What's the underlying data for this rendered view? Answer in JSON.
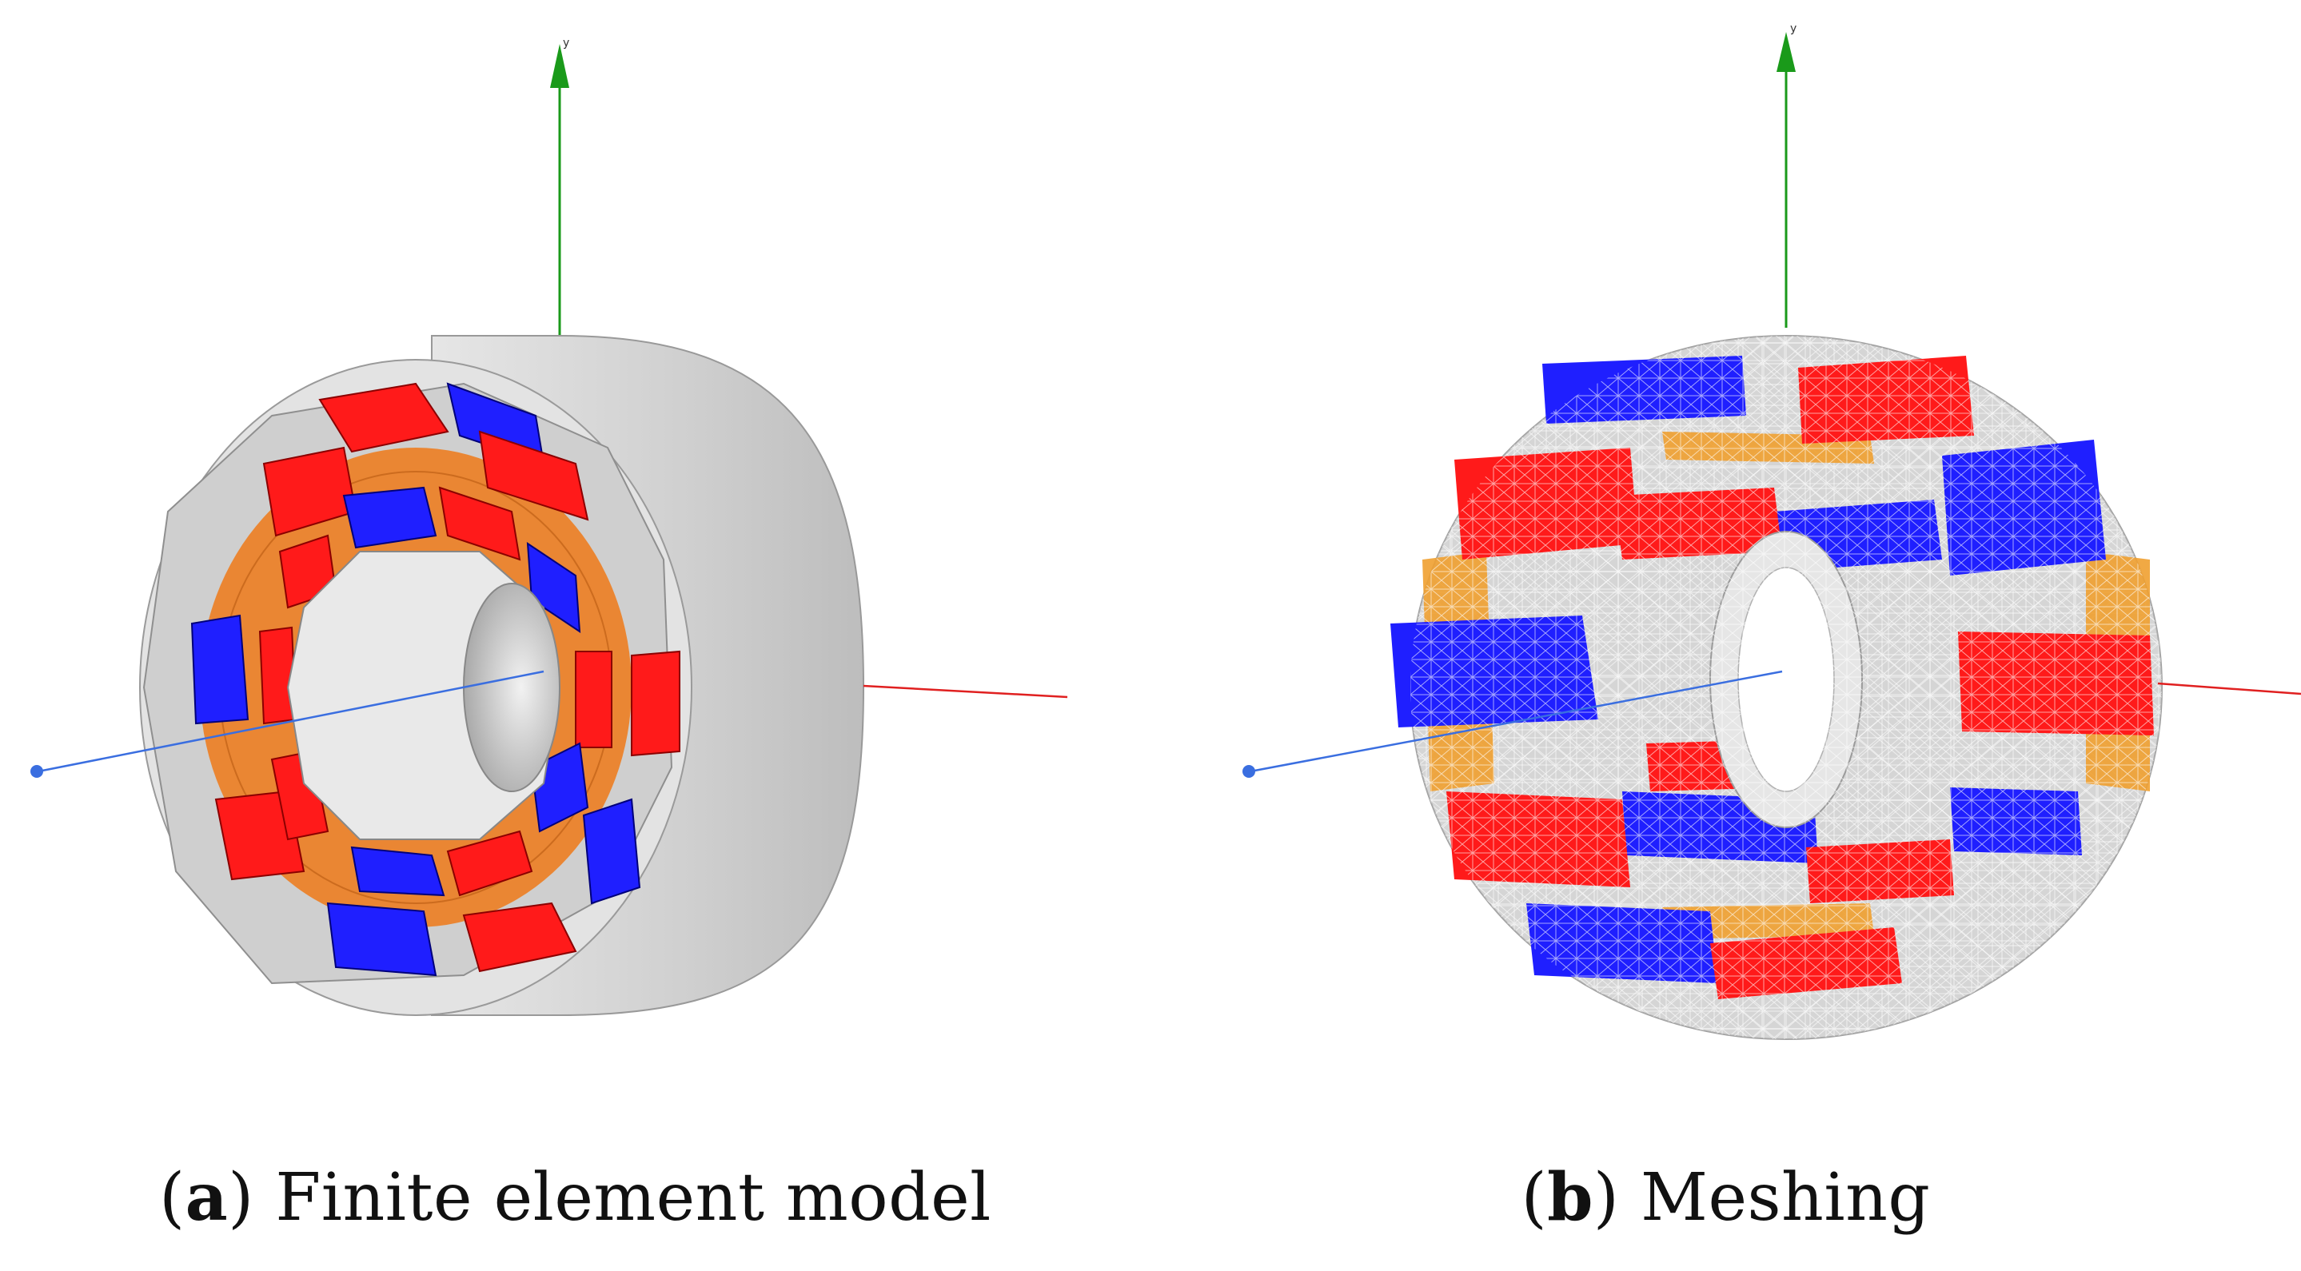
{
  "figure": {
    "panels": [
      {
        "id": "a",
        "label_letter": "a",
        "caption_text": "Finite element model",
        "axis_y_label": "y"
      },
      {
        "id": "b",
        "label_letter": "b",
        "caption_text": "Meshing",
        "axis_y_label": "y"
      }
    ]
  },
  "colors": {
    "magnet_red": "#ff1a1a",
    "magnet_blue": "#1f1fff",
    "core_orange": "#ee7c1e",
    "housing_gray": "#d8d8d8",
    "axis_green": "#1a9a1a",
    "axis_red": "#e02020",
    "axis_blue": "#3a6ee0"
  },
  "icons": [
    "axis-y-arrow-icon",
    "axis-origin-marker-icon"
  ]
}
